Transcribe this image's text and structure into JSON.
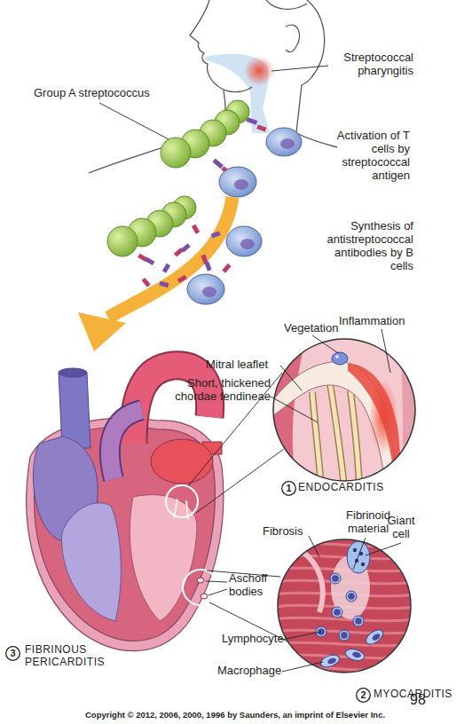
{
  "diagram": {
    "nodes": [
      {
        "text": [
          "1"
        ]
      },
      {
        "text": [
          "2"
        ]
      },
      {
        "text": [
          "3"
        ]
      }
    ],
    "labels": [
      "Streptococcal pharyngitis",
      "Group A streptococcus",
      "Activation of T cells by streptococcal antigen",
      "Synthesis of antistreptococcal antibodies by B cells",
      "Vegetation",
      "Inflammation",
      "Mitral leaflet",
      "Short, thickened chordae tendineae",
      "ENDOCARDITIS",
      "Fibrinoid material",
      "Giant cell",
      "Fibrosis",
      "Aschoff bodies",
      "FIBRINOUS PERICARDITIS",
      "Lymphocyte",
      "Macrophage",
      "MYOCARDITIS",
      "98",
      "Copyright © 2012, 2006, 2000, 1996 by Saunders, an imprint of Elsevier Inc."
    ]
  }
}
